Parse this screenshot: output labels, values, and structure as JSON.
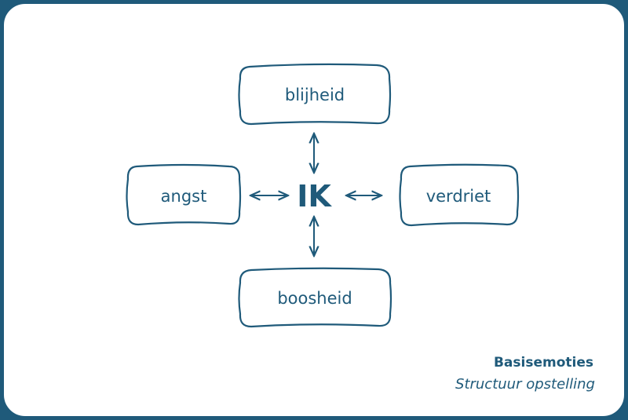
{
  "diagram": {
    "center": "IK",
    "nodes": {
      "top": "blijheid",
      "left": "angst",
      "right": "verdriet",
      "bottom": "boosheid"
    }
  },
  "caption": {
    "title": "Basisemoties",
    "subtitle": "Structuur opstelling"
  },
  "colors": {
    "primary": "#1f5a7a",
    "background": "#ffffff"
  }
}
